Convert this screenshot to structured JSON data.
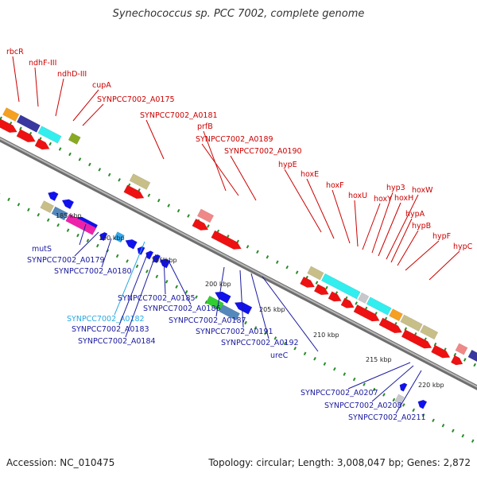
{
  "title": "Synechococcus sp. PCC 7002, complete genome",
  "footer": {
    "accession": "Accession: NC_010475",
    "summary": "Topology: circular; Length: 3,008,047 bp; Genes: 2,872"
  },
  "colors": {
    "upper_label": "#cc0000",
    "lower_label": "#1a1aa0",
    "highlight_label": "#2aa8e0",
    "backbone": "#8a8a8a",
    "tick_dot": "#2a8a2a"
  },
  "ticks": [
    {
      "text": "185 kbp"
    },
    {
      "text": "190 kbp"
    },
    {
      "text": "195 kbp"
    },
    {
      "text": "200 kbp"
    },
    {
      "text": "205 kbp"
    },
    {
      "text": "210 kbp"
    },
    {
      "text": "215 kbp"
    },
    {
      "text": "220 kbp"
    }
  ],
  "upper_labels": [
    {
      "text": "rbcR"
    },
    {
      "text": "ndhF-III"
    },
    {
      "text": "ndhD-III"
    },
    {
      "text": "cupA"
    },
    {
      "text": "SYNPCC7002_A0175"
    },
    {
      "text": "SYNPCC7002_A0181"
    },
    {
      "text": "prfB"
    },
    {
      "text": "SYNPCC7002_A0189"
    },
    {
      "text": "SYNPCC7002_A0190"
    },
    {
      "text": "hypE"
    },
    {
      "text": "hoxE"
    },
    {
      "text": "hoxF"
    },
    {
      "text": "hoxU"
    },
    {
      "text": "hoxY"
    },
    {
      "text": "hyp3"
    },
    {
      "text": "hoxH"
    },
    {
      "text": "hoxW"
    },
    {
      "text": "hypA"
    },
    {
      "text": "hypB"
    },
    {
      "text": "hypF"
    },
    {
      "text": "hypC"
    }
  ],
  "lower_labels": [
    {
      "text": "mutS"
    },
    {
      "text": "SYNPCC7002_A0179"
    },
    {
      "text": "SYNPCC7002_A0180"
    },
    {
      "text": "SYNPCC7002_A0182"
    },
    {
      "text": "SYNPCC7002_A0183"
    },
    {
      "text": "SYNPCC7002_A0184"
    },
    {
      "text": "SYNPCC7002_A0185"
    },
    {
      "text": "SYNPCC7002_A0186"
    },
    {
      "text": "SYNPCC7002_A0187"
    },
    {
      "text": "SYNPCC7002_A0191"
    },
    {
      "text": "SYNPCC7002_A0192"
    },
    {
      "text": "ureC"
    },
    {
      "text": "SYNPCC7002_A0207"
    },
    {
      "text": "SYNPCC7002_A0208"
    },
    {
      "text": "SYNPCC7002_A0211"
    }
  ]
}
